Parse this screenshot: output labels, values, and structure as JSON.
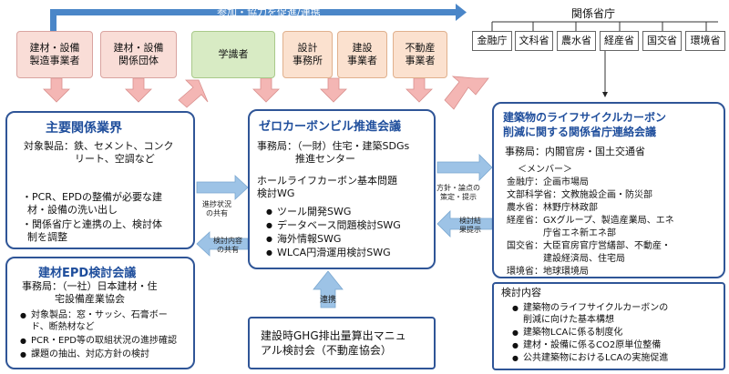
{
  "top_banner": {
    "label": "参加・協力を促進/連携",
    "ministries_title": "関係省庁"
  },
  "stakeholders": [
    {
      "label": "建材・設備\n製造事業者"
    },
    {
      "label": "建材・設備\n関係団体"
    },
    {
      "label": "学識者"
    },
    {
      "label": "設計\n事務所"
    },
    {
      "label": "建設\n事業者"
    },
    {
      "label": "不動産\n事業者"
    }
  ],
  "ministries": [
    "金融庁",
    "文科省",
    "農水省",
    "経産省",
    "国交省",
    "環境省"
  ],
  "industry": {
    "title": "主要関係業界",
    "lines": [
      "対象製品：鉄、セメント、コンク",
      "リート、空調など",
      "・PCR、EPDの整備が必要な建",
      "材・設備の洗い出し",
      "・関係省庁と連携の上、検討体",
      "制を調整"
    ]
  },
  "epd": {
    "title": "建材EPD検討会議",
    "office": [
      "事務局：（一社）日本建材・住",
      "宅設備産業協会"
    ],
    "bullets": [
      "対象製品：窓・サッシ、石膏ボー",
      "ド、断熱材など",
      "PCR・EPD等の取組状況の進捗確認",
      "課題の抽出、対応方針の検討"
    ]
  },
  "council": {
    "title": "ゼロカーボンビル推進会議",
    "office": [
      "事務局：（一財）住宅・建築SDGs",
      "推進センター"
    ],
    "subtitle": [
      "ホールライフカーボン基本問題",
      "検討WG"
    ],
    "swgs": [
      "ツール開発SWG",
      "データベース問題検討SWG",
      "海外情報SWG",
      "WLCA円滑運用検討SWG"
    ]
  },
  "ghg": {
    "lines": [
      "建設時GHG排出量算出マニュ",
      "アル検討会（不動産協会）"
    ]
  },
  "liaison": {
    "title": [
      "建築物のライフサイクルカーボン",
      "削減に関する関係省庁連絡会議"
    ],
    "office": "事務局：内閣官房・国土交通省",
    "members_label": "＜メンバー＞",
    "members": [
      "金融庁：企画市場局",
      "文部科学省：文教施設企画・防災部",
      "農水省：林野庁林政部",
      "経産省：GXグループ、製造産業局、エネ",
      "　　　　庁省エネ新エネ部",
      "国交省：大臣官房官庁営繕部、不動産・",
      "　　　　建設経済局、住宅局",
      "環境省：地球環境局"
    ],
    "topics_title": "検討内容",
    "topics": [
      "建築物のライフサイクルカーボンの",
      "削減に向けた基本構想",
      "建築物LCAに係る制度化",
      "建材・設備に係るCO2原単位整備",
      "公共建築物におけるLCAの実施促進"
    ]
  },
  "arrows": {
    "share_progress": [
      "進捗状況",
      "の共有"
    ],
    "share_content": [
      "検討内容",
      "の共有"
    ],
    "policy": [
      "方針・論点の",
      "策定・提示"
    ],
    "results": [
      "検討結",
      "果提示"
    ],
    "cooperate": "連携"
  },
  "colors": {
    "frame": "#2f5597",
    "title": "#1f4e9c",
    "banner": "#4a86c8",
    "arrow_pink": "#f4b6b4",
    "arrow_blue": "#9dc3e6"
  }
}
